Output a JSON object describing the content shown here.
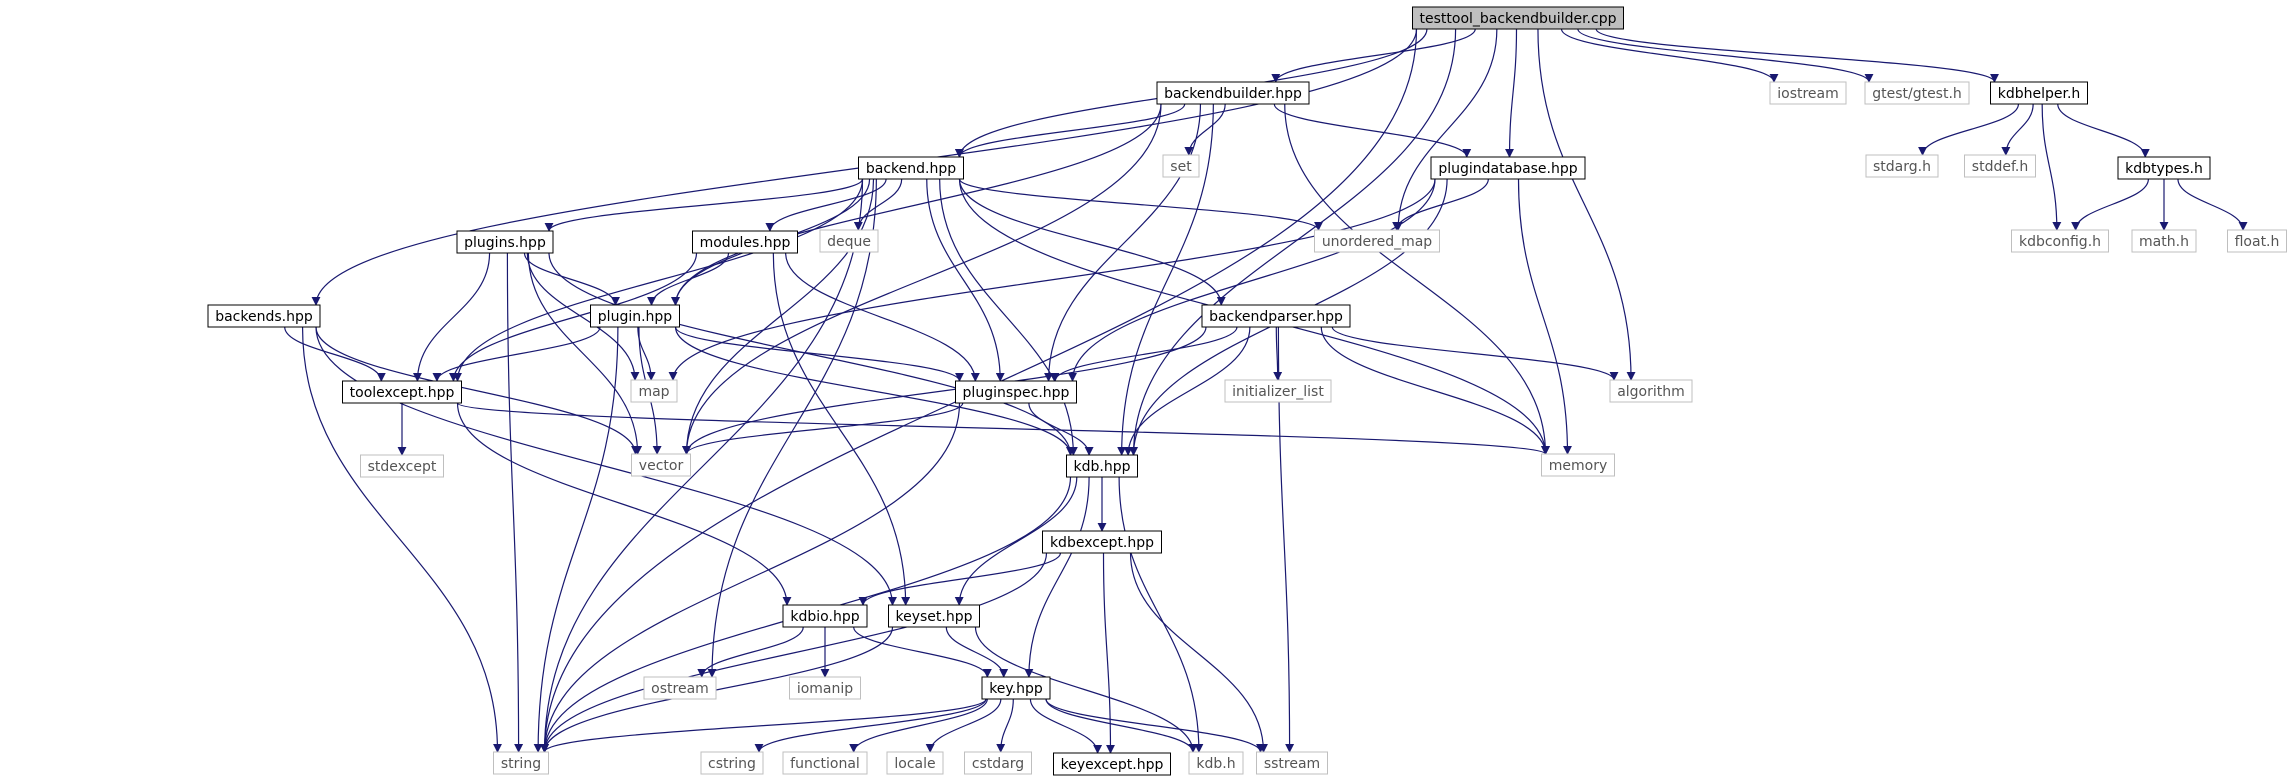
{
  "nodes": [
    {
      "id": "testtool_backendbuilder.cpp",
      "label": "testtool_backendbuilder.cpp",
      "kind": "root"
    },
    {
      "id": "backendbuilder.hpp",
      "label": "backendbuilder.hpp",
      "kind": "doc"
    },
    {
      "id": "iostream",
      "label": "iostream",
      "kind": "ext"
    },
    {
      "id": "gtest/gtest.h",
      "label": "gtest/gtest.h",
      "kind": "ext"
    },
    {
      "id": "kdbhelper.h",
      "label": "kdbhelper.h",
      "kind": "doc"
    },
    {
      "id": "set",
      "label": "set",
      "kind": "ext"
    },
    {
      "id": "backend.hpp",
      "label": "backend.hpp",
      "kind": "doc"
    },
    {
      "id": "plugindatabase.hpp",
      "label": "plugindatabase.hpp",
      "kind": "doc"
    },
    {
      "id": "stdarg.h",
      "label": "stdarg.h",
      "kind": "ext"
    },
    {
      "id": "stddef.h",
      "label": "stddef.h",
      "kind": "ext"
    },
    {
      "id": "kdbtypes.h",
      "label": "kdbtypes.h",
      "kind": "doc"
    },
    {
      "id": "plugins.hpp",
      "label": "plugins.hpp",
      "kind": "doc"
    },
    {
      "id": "modules.hpp",
      "label": "modules.hpp",
      "kind": "doc"
    },
    {
      "id": "deque",
      "label": "deque",
      "kind": "ext"
    },
    {
      "id": "unordered_map",
      "label": "unordered_map",
      "kind": "ext"
    },
    {
      "id": "kdbconfig.h",
      "label": "kdbconfig.h",
      "kind": "ext"
    },
    {
      "id": "math.h",
      "label": "math.h",
      "kind": "ext"
    },
    {
      "id": "float.h",
      "label": "float.h",
      "kind": "ext"
    },
    {
      "id": "backends.hpp",
      "label": "backends.hpp",
      "kind": "doc"
    },
    {
      "id": "plugin.hpp",
      "label": "plugin.hpp",
      "kind": "doc"
    },
    {
      "id": "backendparser.hpp",
      "label": "backendparser.hpp",
      "kind": "doc"
    },
    {
      "id": "toolexcept.hpp",
      "label": "toolexcept.hpp",
      "kind": "doc"
    },
    {
      "id": "map",
      "label": "map",
      "kind": "ext"
    },
    {
      "id": "pluginspec.hpp",
      "label": "pluginspec.hpp",
      "kind": "doc"
    },
    {
      "id": "initializer_list",
      "label": "initializer_list",
      "kind": "ext"
    },
    {
      "id": "algorithm",
      "label": "algorithm",
      "kind": "ext"
    },
    {
      "id": "stdexcept",
      "label": "stdexcept",
      "kind": "ext"
    },
    {
      "id": "vector",
      "label": "vector",
      "kind": "ext"
    },
    {
      "id": "kdb.hpp",
      "label": "kdb.hpp",
      "kind": "doc"
    },
    {
      "id": "memory",
      "label": "memory",
      "kind": "ext"
    },
    {
      "id": "kdbexcept.hpp",
      "label": "kdbexcept.hpp",
      "kind": "doc"
    },
    {
      "id": "kdbio.hpp",
      "label": "kdbio.hpp",
      "kind": "doc"
    },
    {
      "id": "keyset.hpp",
      "label": "keyset.hpp",
      "kind": "doc"
    },
    {
      "id": "iomanip",
      "label": "iomanip",
      "kind": "ext"
    },
    {
      "id": "ostream",
      "label": "ostream",
      "kind": "ext"
    },
    {
      "id": "key.hpp",
      "label": "key.hpp",
      "kind": "doc"
    },
    {
      "id": "string",
      "label": "string",
      "kind": "ext"
    },
    {
      "id": "cstring",
      "label": "cstring",
      "kind": "ext"
    },
    {
      "id": "functional",
      "label": "functional",
      "kind": "ext"
    },
    {
      "id": "locale",
      "label": "locale",
      "kind": "ext"
    },
    {
      "id": "cstdarg",
      "label": "cstdarg",
      "kind": "ext"
    },
    {
      "id": "keyexcept.hpp",
      "label": "keyexcept.hpp",
      "kind": "doc"
    },
    {
      "id": "kdb.h",
      "label": "kdb.h",
      "kind": "ext"
    },
    {
      "id": "sstream",
      "label": "sstream",
      "kind": "ext"
    }
  ],
  "edges": [
    [
      "testtool_backendbuilder.cpp",
      "backendbuilder.hpp"
    ],
    [
      "testtool_backendbuilder.cpp",
      "backend.hpp"
    ],
    [
      "testtool_backendbuilder.cpp",
      "plugindatabase.hpp"
    ],
    [
      "testtool_backendbuilder.cpp",
      "backends.hpp"
    ],
    [
      "testtool_backendbuilder.cpp",
      "string"
    ],
    [
      "testtool_backendbuilder.cpp",
      "unordered_map"
    ],
    [
      "testtool_backendbuilder.cpp",
      "algorithm"
    ],
    [
      "testtool_backendbuilder.cpp",
      "kdb.hpp"
    ],
    [
      "testtool_backendbuilder.cpp",
      "iostream"
    ],
    [
      "testtool_backendbuilder.cpp",
      "gtest/gtest.h"
    ],
    [
      "testtool_backendbuilder.cpp",
      "kdbhelper.h"
    ],
    [
      "backendbuilder.hpp",
      "backend.hpp"
    ],
    [
      "backendbuilder.hpp",
      "set"
    ],
    [
      "backendbuilder.hpp",
      "plugindatabase.hpp"
    ],
    [
      "backendbuilder.hpp",
      "plugin.hpp"
    ],
    [
      "backendbuilder.hpp",
      "pluginspec.hpp"
    ],
    [
      "backendbuilder.hpp",
      "vector"
    ],
    [
      "backendbuilder.hpp",
      "kdb.hpp"
    ],
    [
      "backendbuilder.hpp",
      "memory"
    ],
    [
      "kdbhelper.h",
      "stdarg.h"
    ],
    [
      "kdbhelper.h",
      "stddef.h"
    ],
    [
      "kdbhelper.h",
      "kdbtypes.h"
    ],
    [
      "kdbhelper.h",
      "kdbconfig.h"
    ],
    [
      "kdbtypes.h",
      "kdbconfig.h"
    ],
    [
      "kdbtypes.h",
      "math.h"
    ],
    [
      "kdbtypes.h",
      "float.h"
    ],
    [
      "backend.hpp",
      "plugins.hpp"
    ],
    [
      "backend.hpp",
      "modules.hpp"
    ],
    [
      "backend.hpp",
      "deque"
    ],
    [
      "backend.hpp",
      "unordered_map"
    ],
    [
      "backend.hpp",
      "backendparser.hpp"
    ],
    [
      "backend.hpp",
      "plugin.hpp"
    ],
    [
      "backend.hpp",
      "toolexcept.hpp"
    ],
    [
      "backend.hpp",
      "pluginspec.hpp"
    ],
    [
      "backend.hpp",
      "vector"
    ],
    [
      "backend.hpp",
      "kdb.hpp"
    ],
    [
      "backend.hpp",
      "memory"
    ],
    [
      "backend.hpp",
      "string"
    ],
    [
      "backend.hpp",
      "ostream"
    ],
    [
      "plugindatabase.hpp",
      "unordered_map"
    ],
    [
      "plugindatabase.hpp",
      "pluginspec.hpp"
    ],
    [
      "plugindatabase.hpp",
      "map"
    ],
    [
      "plugindatabase.hpp",
      "kdb.hpp"
    ],
    [
      "plugindatabase.hpp",
      "memory"
    ],
    [
      "plugins.hpp",
      "plugin.hpp"
    ],
    [
      "plugins.hpp",
      "toolexcept.hpp"
    ],
    [
      "plugins.hpp",
      "map"
    ],
    [
      "plugins.hpp",
      "vector"
    ],
    [
      "plugins.hpp",
      "kdb.hpp"
    ],
    [
      "plugins.hpp",
      "string"
    ],
    [
      "modules.hpp",
      "plugin.hpp"
    ],
    [
      "modules.hpp",
      "toolexcept.hpp"
    ],
    [
      "modules.hpp",
      "pluginspec.hpp"
    ],
    [
      "modules.hpp",
      "keyset.hpp"
    ],
    [
      "backends.hpp",
      "toolexcept.hpp"
    ],
    [
      "backends.hpp",
      "vector"
    ],
    [
      "backends.hpp",
      "keyset.hpp"
    ],
    [
      "backends.hpp",
      "string"
    ],
    [
      "plugin.hpp",
      "toolexcept.hpp"
    ],
    [
      "plugin.hpp",
      "map"
    ],
    [
      "plugin.hpp",
      "pluginspec.hpp"
    ],
    [
      "plugin.hpp",
      "vector"
    ],
    [
      "plugin.hpp",
      "kdb.hpp"
    ],
    [
      "plugin.hpp",
      "string"
    ],
    [
      "backendparser.hpp",
      "pluginspec.hpp"
    ],
    [
      "backendparser.hpp",
      "initializer_list"
    ],
    [
      "backendparser.hpp",
      "algorithm"
    ],
    [
      "backendparser.hpp",
      "vector"
    ],
    [
      "backendparser.hpp",
      "kdb.hpp"
    ],
    [
      "backendparser.hpp",
      "memory"
    ],
    [
      "backendparser.hpp",
      "sstream"
    ],
    [
      "toolexcept.hpp",
      "stdexcept"
    ],
    [
      "toolexcept.hpp",
      "memory"
    ],
    [
      "toolexcept.hpp",
      "kdbio.hpp"
    ],
    [
      "pluginspec.hpp",
      "vector"
    ],
    [
      "pluginspec.hpp",
      "kdb.hpp"
    ],
    [
      "pluginspec.hpp",
      "string"
    ],
    [
      "kdb.hpp",
      "kdbexcept.hpp"
    ],
    [
      "kdb.hpp",
      "keyset.hpp"
    ],
    [
      "kdb.hpp",
      "key.hpp"
    ],
    [
      "kdb.hpp",
      "kdb.h"
    ],
    [
      "kdb.hpp",
      "string"
    ],
    [
      "kdbexcept.hpp",
      "kdbio.hpp"
    ],
    [
      "kdbexcept.hpp",
      "keyexcept.hpp"
    ],
    [
      "kdbexcept.hpp",
      "sstream"
    ],
    [
      "kdbexcept.hpp",
      "string"
    ],
    [
      "kdbio.hpp",
      "iomanip"
    ],
    [
      "kdbio.hpp",
      "ostream"
    ],
    [
      "kdbio.hpp",
      "key.hpp"
    ],
    [
      "keyset.hpp",
      "key.hpp"
    ],
    [
      "keyset.hpp",
      "kdb.h"
    ],
    [
      "keyset.hpp",
      "string"
    ],
    [
      "key.hpp",
      "string"
    ],
    [
      "key.hpp",
      "cstring"
    ],
    [
      "key.hpp",
      "functional"
    ],
    [
      "key.hpp",
      "locale"
    ],
    [
      "key.hpp",
      "cstdarg"
    ],
    [
      "key.hpp",
      "keyexcept.hpp"
    ],
    [
      "key.hpp",
      "kdb.h"
    ],
    [
      "key.hpp",
      "sstream"
    ]
  ],
  "colors": {
    "edge": "#191970",
    "doc_border": "#000000",
    "ext_border": "#bfbfbf",
    "ext_text": "#555555",
    "root_fill": "#bfbfbf",
    "text": "#000000"
  }
}
